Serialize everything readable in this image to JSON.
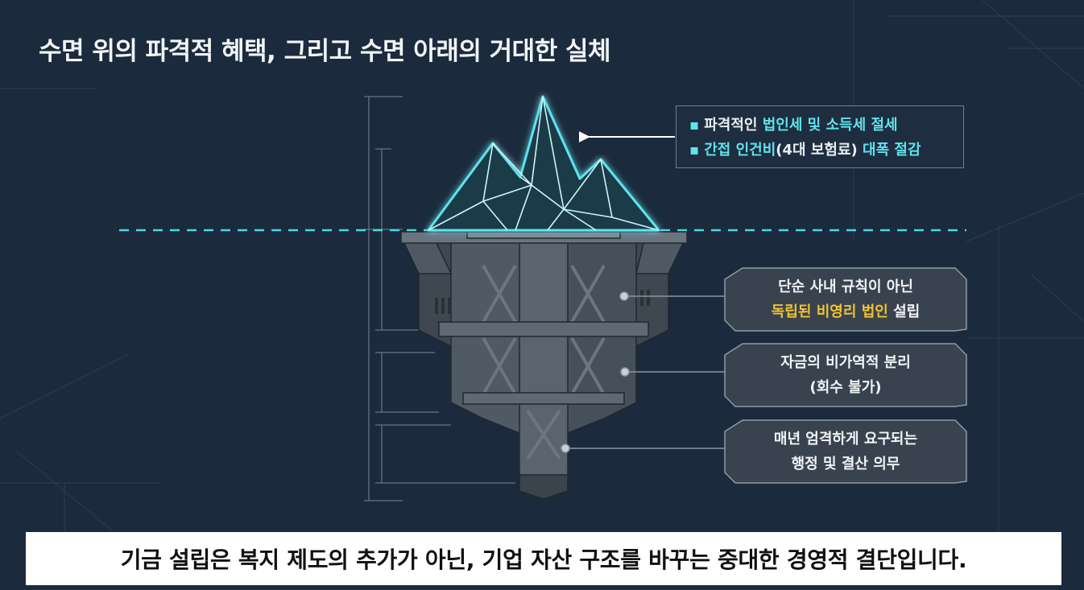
{
  "title": "수면 위의 파격적 혜택, 그리고 수면 아래의 거대한 실체",
  "benefits": {
    "line1": {
      "bullet": "▪",
      "pre": "파격적인 ",
      "highlight": "법인세 및 소득세 절세",
      "post": ""
    },
    "line2": {
      "bullet": "▪",
      "pre": "",
      "highlight": "간접 인건비",
      "mid": "(4대 보험료) ",
      "highlight2": "대폭 절감"
    }
  },
  "panels": [
    {
      "line1": "단순 사내 규칙이 아닌",
      "line2_highlight": "독립된 비영리 법인",
      "line2_rest": " 설립"
    },
    {
      "line1": "자금의 비가역적 분리",
      "line2": "(회수 불가)"
    },
    {
      "line1": "매년 엄격하게 요구되는",
      "line2": "행정 및 결산 의무"
    }
  ],
  "bottom_banner": "기금 설립은 복지 제도의 추가가 아닌, 기업 자산 구조를 바꾸는 중대한 경영적 결단입니다.",
  "colors": {
    "background": "#1b2a3d",
    "cyan_accent": "#5fe3ec",
    "gold_accent": "#f2c230",
    "panel_fill": "#39434f",
    "structure_fill": "#4a535d"
  }
}
